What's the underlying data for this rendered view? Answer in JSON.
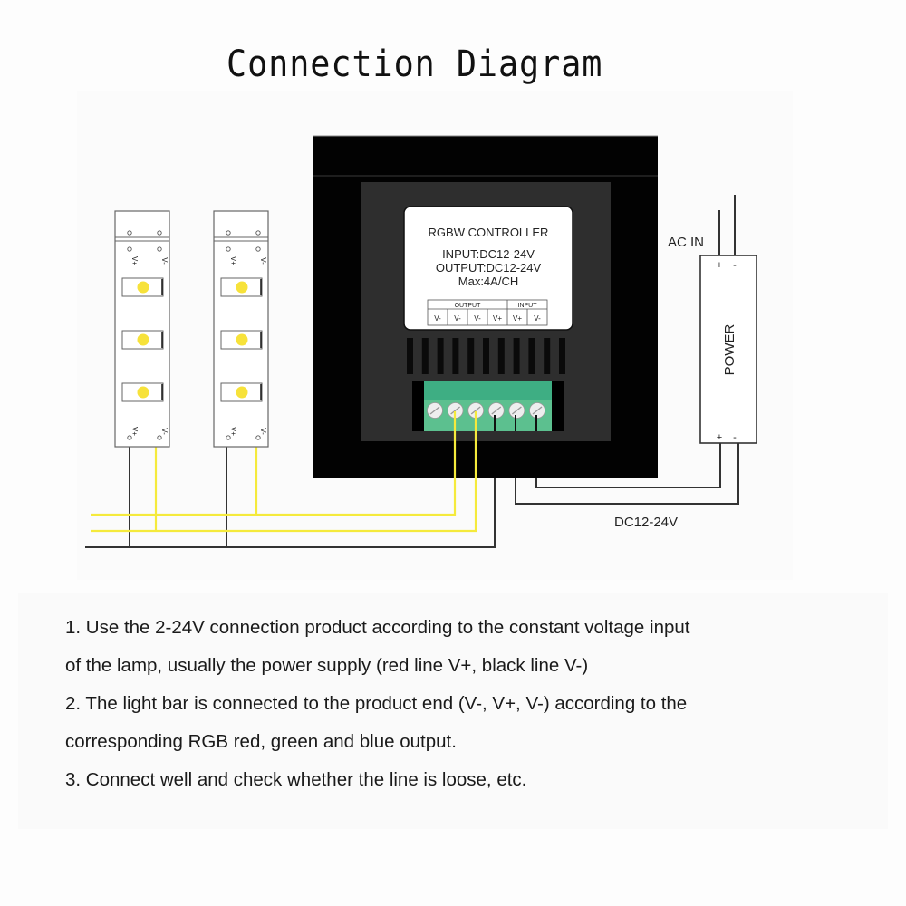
{
  "title": "Connection Diagram",
  "controller": {
    "label_title": "RGBW CONTROLLER",
    "input_spec": "INPUT:DC12-24V",
    "output_spec": "OUTPUT:DC12-24V",
    "max_spec": "Max:4A/CH",
    "terminal_table": {
      "groups": [
        {
          "name": "OUTPUT",
          "pins": [
            "V-",
            "V-",
            "V-",
            "V+"
          ]
        },
        {
          "name": "INPUT",
          "pins": [
            "V+",
            "V-"
          ]
        }
      ]
    },
    "terminal_block_color": "#3eae83",
    "terminal_block_lower_color": "#5cc08f",
    "terminal_count": 6
  },
  "led_strips": [
    {
      "top_labels": [
        "V+",
        "V-"
      ],
      "bottom_labels": [
        "V+",
        "V-"
      ],
      "led_count": 3
    },
    {
      "top_labels": [
        "V+",
        "V-"
      ],
      "bottom_labels": [
        "V+",
        "V-"
      ],
      "led_count": 3
    }
  ],
  "led_color": "#f7e23a",
  "wire_colors": {
    "signal": "#f5ea3c",
    "ground": "#333333"
  },
  "power_supply": {
    "label": "POWER",
    "ac_label": "AC IN",
    "top_terminals": [
      "+",
      "-"
    ],
    "bottom_terminals": [
      "+",
      "-"
    ],
    "dc_label": "DC12-24V"
  },
  "notes": [
    "1. Use the 2-24V connection product according to the constant voltage input",
    "of the lamp, usually the power supply (red line V+, black line V-)",
    "2. The light bar is connected to the product end (V-, V+, V-) according to the",
    "corresponding RGB red, green and blue output.",
    "3. Connect well and check whether the line is loose, etc."
  ]
}
